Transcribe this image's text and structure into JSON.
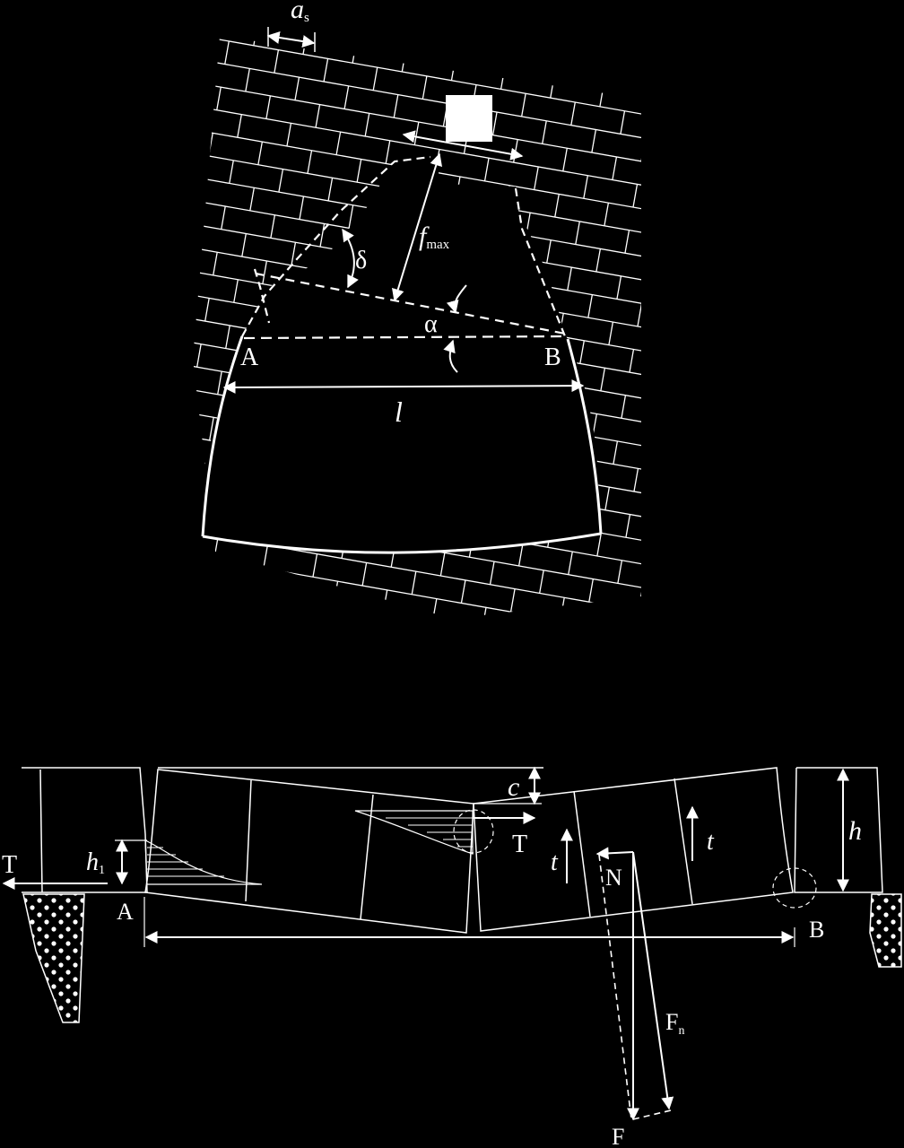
{
  "top_diagram": {
    "labels": {
      "a_s_main": "a",
      "a_s_sub": "s",
      "f_max_main": "f",
      "f_max_sub": "max",
      "delta": "δ",
      "alpha": "α",
      "point_A": "A",
      "point_B": "B",
      "span": "l"
    }
  },
  "bottom_diagram": {
    "labels": {
      "T_left": "T",
      "T_mid": "T",
      "h1_main": "h",
      "h1_sub": "1",
      "point_A": "A",
      "point_B": "B",
      "c": "c",
      "h": "h",
      "t_left": "t",
      "t_right": "t",
      "N": "N",
      "F_n_main": "F",
      "F_n_sub": "n",
      "F": "F"
    }
  },
  "colors": {
    "background": "#000000",
    "lines": "#ffffff"
  }
}
